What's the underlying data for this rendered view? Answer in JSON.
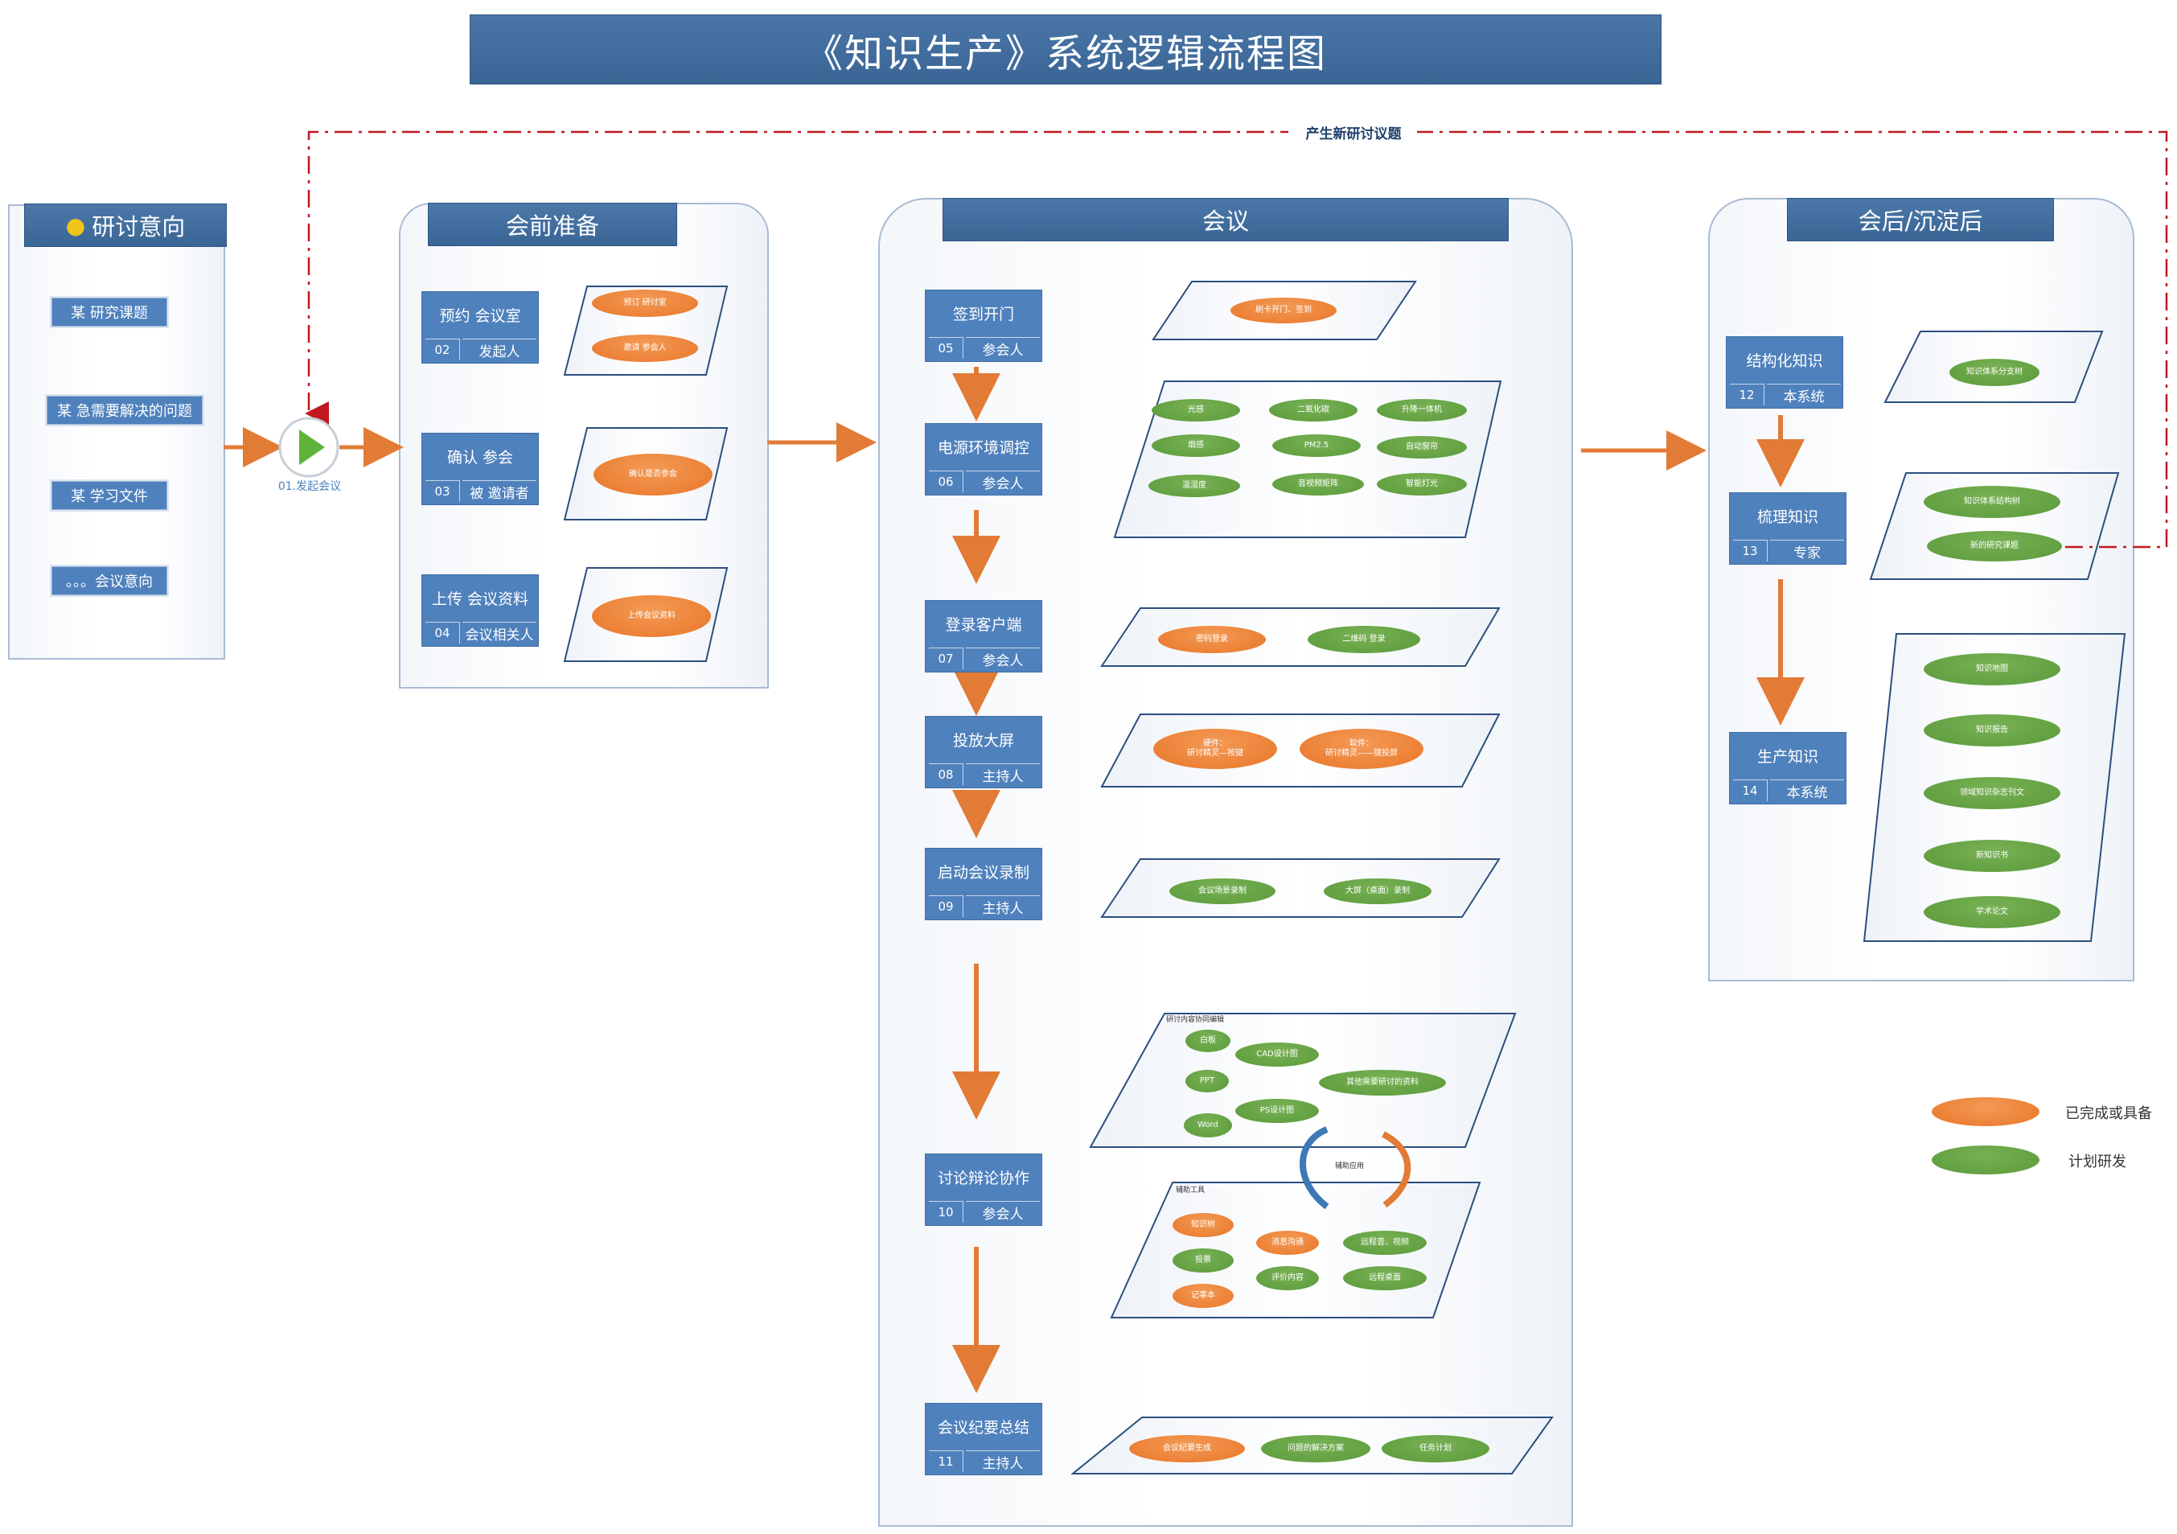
{
  "title": "《知识生产》系统逻辑流程图",
  "loop_label": "产生新研讨议题",
  "intent": {
    "header": "研讨意向",
    "items": [
      "某 研究课题",
      "某 急需要解决的问题",
      "某 学习文件",
      "。。。会议意向"
    ]
  },
  "start": {
    "label": "01.发起会议"
  },
  "prep": {
    "header": "会前准备",
    "steps": [
      {
        "name": "预约 会议室",
        "num": "02",
        "role": "发起人",
        "ovals": [
          "预订 研讨室",
          "邀请 参会人"
        ]
      },
      {
        "name": "确认 参会",
        "num": "03",
        "role": "被 邀请者",
        "ovals": [
          "确认是否参会"
        ]
      },
      {
        "name": "上传 会议资料",
        "num": "04",
        "role": "会议相关人",
        "ovals": [
          "上传会议资料"
        ]
      }
    ]
  },
  "meeting": {
    "header": "会议",
    "steps": [
      {
        "name": "签到开门",
        "num": "05",
        "role": "参会人"
      },
      {
        "name": "电源环境调控",
        "num": "06",
        "role": "参会人"
      },
      {
        "name": "登录客户端",
        "num": "07",
        "role": "参会人"
      },
      {
        "name": "投放大屏",
        "num": "08",
        "role": "主持人"
      },
      {
        "name": "启动会议录制",
        "num": "09",
        "role": "主持人"
      },
      {
        "name": "讨论辩论协作",
        "num": "10",
        "role": "参会人"
      },
      {
        "name": "会议纪要总结",
        "num": "11",
        "role": "主持人"
      }
    ],
    "checkin": [
      "刷卡开门、签到"
    ],
    "env": [
      "光感",
      "二氧化碳",
      "升降一体机",
      "烟感",
      "PM2.5",
      "自动窗帘",
      "温湿度",
      "音视频矩阵",
      "智能灯光"
    ],
    "login": [
      "密码登录",
      "二维码 登录"
    ],
    "cast": [
      "硬件：\n研讨精灵—按键",
      "软件：\n研讨精灵——键投屏"
    ],
    "record": [
      "会议场景录制",
      "大屏（桌面）录制"
    ],
    "collab_title": "研讨内容协同编辑",
    "collab": [
      "白板",
      "CAD设计图",
      "PPT",
      "其他需要研讨的资料",
      "Word",
      "PS设计图"
    ],
    "assist_label": "辅助应用",
    "tools_title": "辅助工具",
    "tools": [
      "知识树",
      "消息沟通",
      "远程音、视频",
      "投票",
      "评价内容",
      "远程桌面",
      "记事本"
    ],
    "summary": [
      "会议纪要生成",
      "问题的解决方案",
      "任务计划"
    ]
  },
  "post": {
    "header": "会后/沉淀后",
    "steps": [
      {
        "name": "结构化知识",
        "num": "12",
        "role": "本系统"
      },
      {
        "name": "梳理知识",
        "num": "13",
        "role": "专家"
      },
      {
        "name": "生产知识",
        "num": "14",
        "role": "本系统"
      }
    ],
    "structure": [
      "知识体系分支树"
    ],
    "sort": [
      "知识体系结构树",
      "新的研究课题"
    ],
    "produce": [
      "知识地图",
      "知识报告",
      "领域知识杂志刊文",
      "新知识书",
      "学术论文"
    ]
  },
  "legend": [
    "已完成或具备",
    "计划研发"
  ],
  "colors": {
    "orange": "#e97629",
    "green": "#5a9a3a",
    "blue": "#4f81bd",
    "arrow": "#e27b36",
    "loop": "#c0181e"
  }
}
